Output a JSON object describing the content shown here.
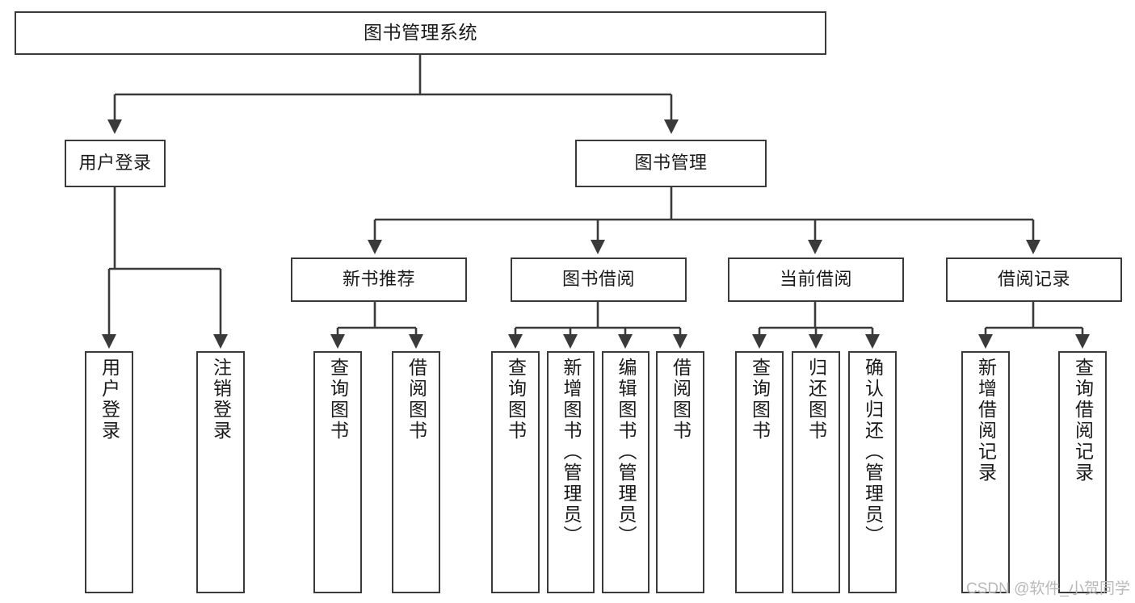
{
  "diagram": {
    "title": "图书管理系统",
    "type": "tree-structure-chart",
    "root": {
      "label": "图书管理系统"
    },
    "level2": [
      {
        "label": "用户登录"
      },
      {
        "label": "图书管理"
      }
    ],
    "level3": [
      {
        "label": "新书推荐"
      },
      {
        "label": "图书借阅"
      },
      {
        "label": "当前借阅"
      },
      {
        "label": "借阅记录"
      }
    ],
    "leaves": {
      "user_login": [
        {
          "label": "用户登录"
        },
        {
          "label": "注销登录"
        }
      ],
      "new_book_recommend": [
        {
          "label": "查询图书"
        },
        {
          "label": "借阅图书"
        }
      ],
      "book_borrow": [
        {
          "label": "查询图书"
        },
        {
          "label": "新增图书（管理员）"
        },
        {
          "label": "编辑图书（管理员）"
        },
        {
          "label": "借阅图书"
        }
      ],
      "current_borrow": [
        {
          "label": "查询图书"
        },
        {
          "label": "归还图书"
        },
        {
          "label": "确认归还（管理员）"
        }
      ],
      "borrow_record": [
        {
          "label": "新增借阅记录"
        },
        {
          "label": "查询借阅记录"
        }
      ]
    }
  },
  "watermark": {
    "text": "CSDN @软件_小贺同学"
  },
  "colors": {
    "stroke": "#3a3a3a",
    "background": "#ffffff",
    "text": "#1a1a1a",
    "watermark": "#b9b9b9"
  }
}
